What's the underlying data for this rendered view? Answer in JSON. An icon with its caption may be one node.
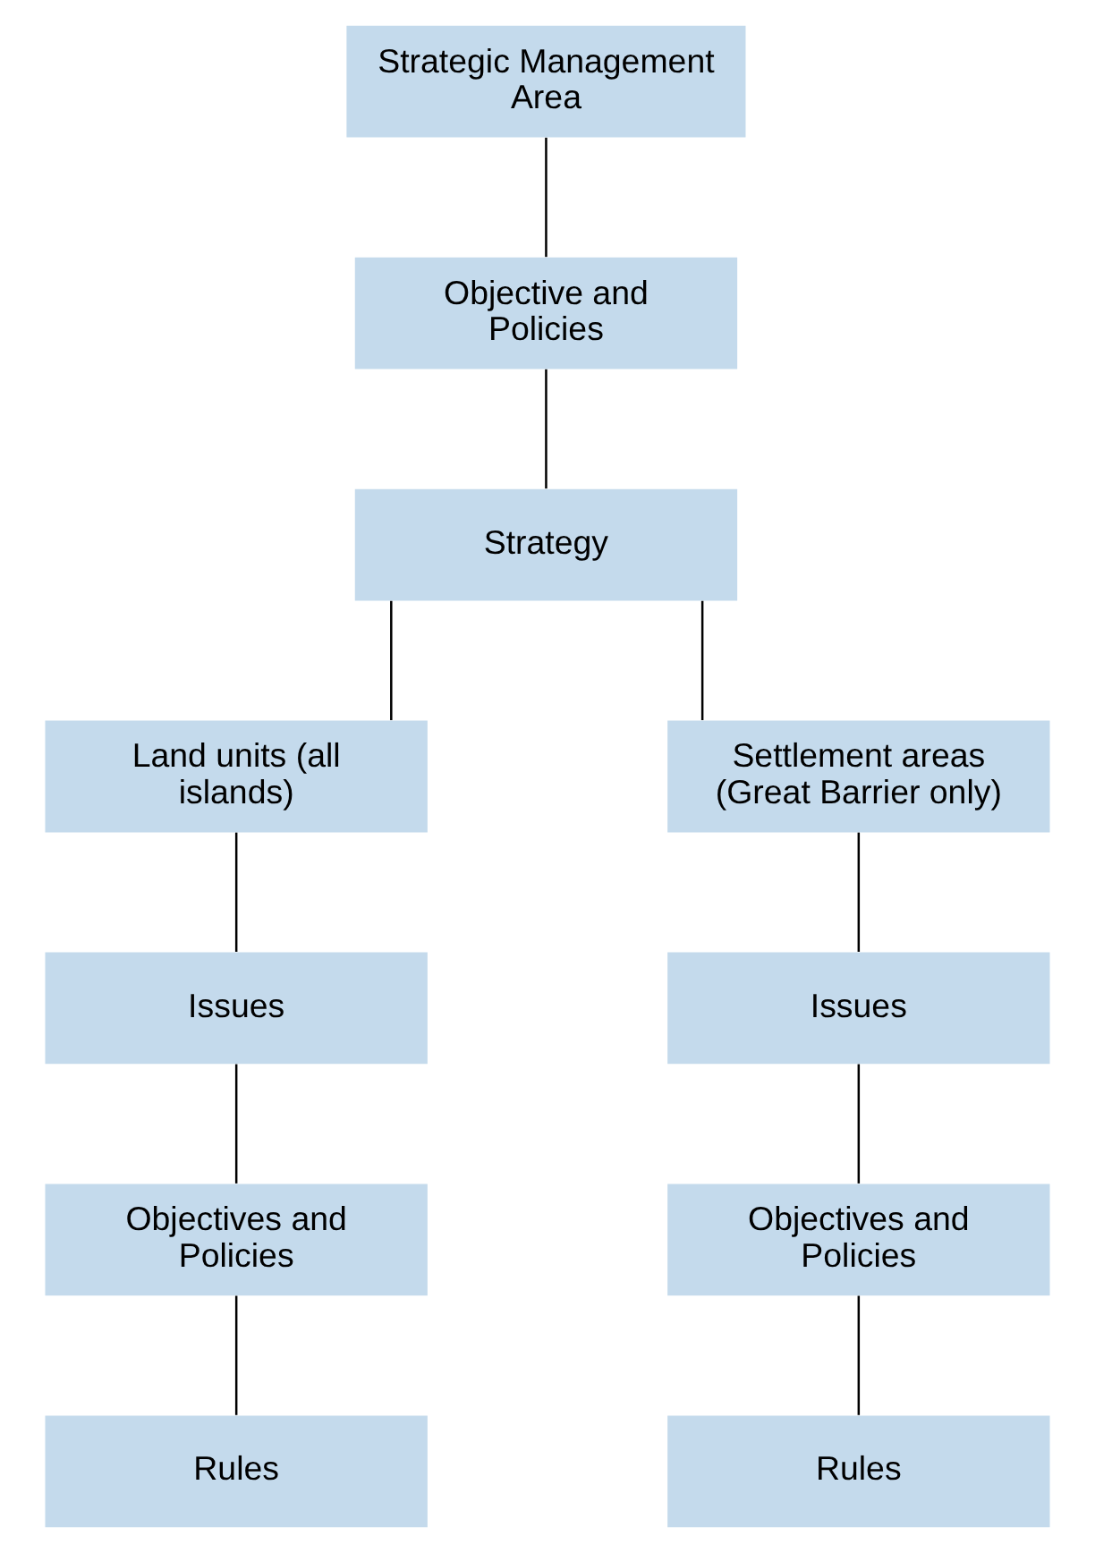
{
  "diagram": {
    "nodes": [
      {
        "text": [
          "Strategic Management Area"
        ]
      },
      {
        "text": [
          "Objective and Policies"
        ]
      },
      {
        "text": [
          "Strategy"
        ]
      },
      {
        "text": [
          "Land units (all islands)"
        ]
      },
      {
        "text": [
          "Issues"
        ]
      },
      {
        "text": [
          "Objectives and Policies"
        ]
      },
      {
        "text": [
          "Rules"
        ]
      },
      {
        "text": [
          "Settlement areas (Great Barrier only)"
        ]
      },
      {
        "text": [
          "Issues"
        ]
      },
      {
        "text": [
          "Objectives and Policies"
        ]
      },
      {
        "text": [
          "Rules"
        ]
      }
    ],
    "edges": [
      {
        "from": 0,
        "to": 1,
        "arrow": "none"
      },
      {
        "from": 1,
        "to": 2,
        "arrow": "none"
      },
      {
        "from": 2,
        "to": 3,
        "arrow": "none"
      },
      {
        "from": 2,
        "to": 7,
        "arrow": "none"
      },
      {
        "from": 3,
        "to": 4,
        "arrow": "none"
      },
      {
        "from": 4,
        "to": 5,
        "arrow": "none"
      },
      {
        "from": 5,
        "to": 6,
        "arrow": "none"
      },
      {
        "from": 7,
        "to": 8,
        "arrow": "none"
      },
      {
        "from": 8,
        "to": 9,
        "arrow": "none"
      },
      {
        "from": 9,
        "to": 10,
        "arrow": "none"
      }
    ]
  }
}
